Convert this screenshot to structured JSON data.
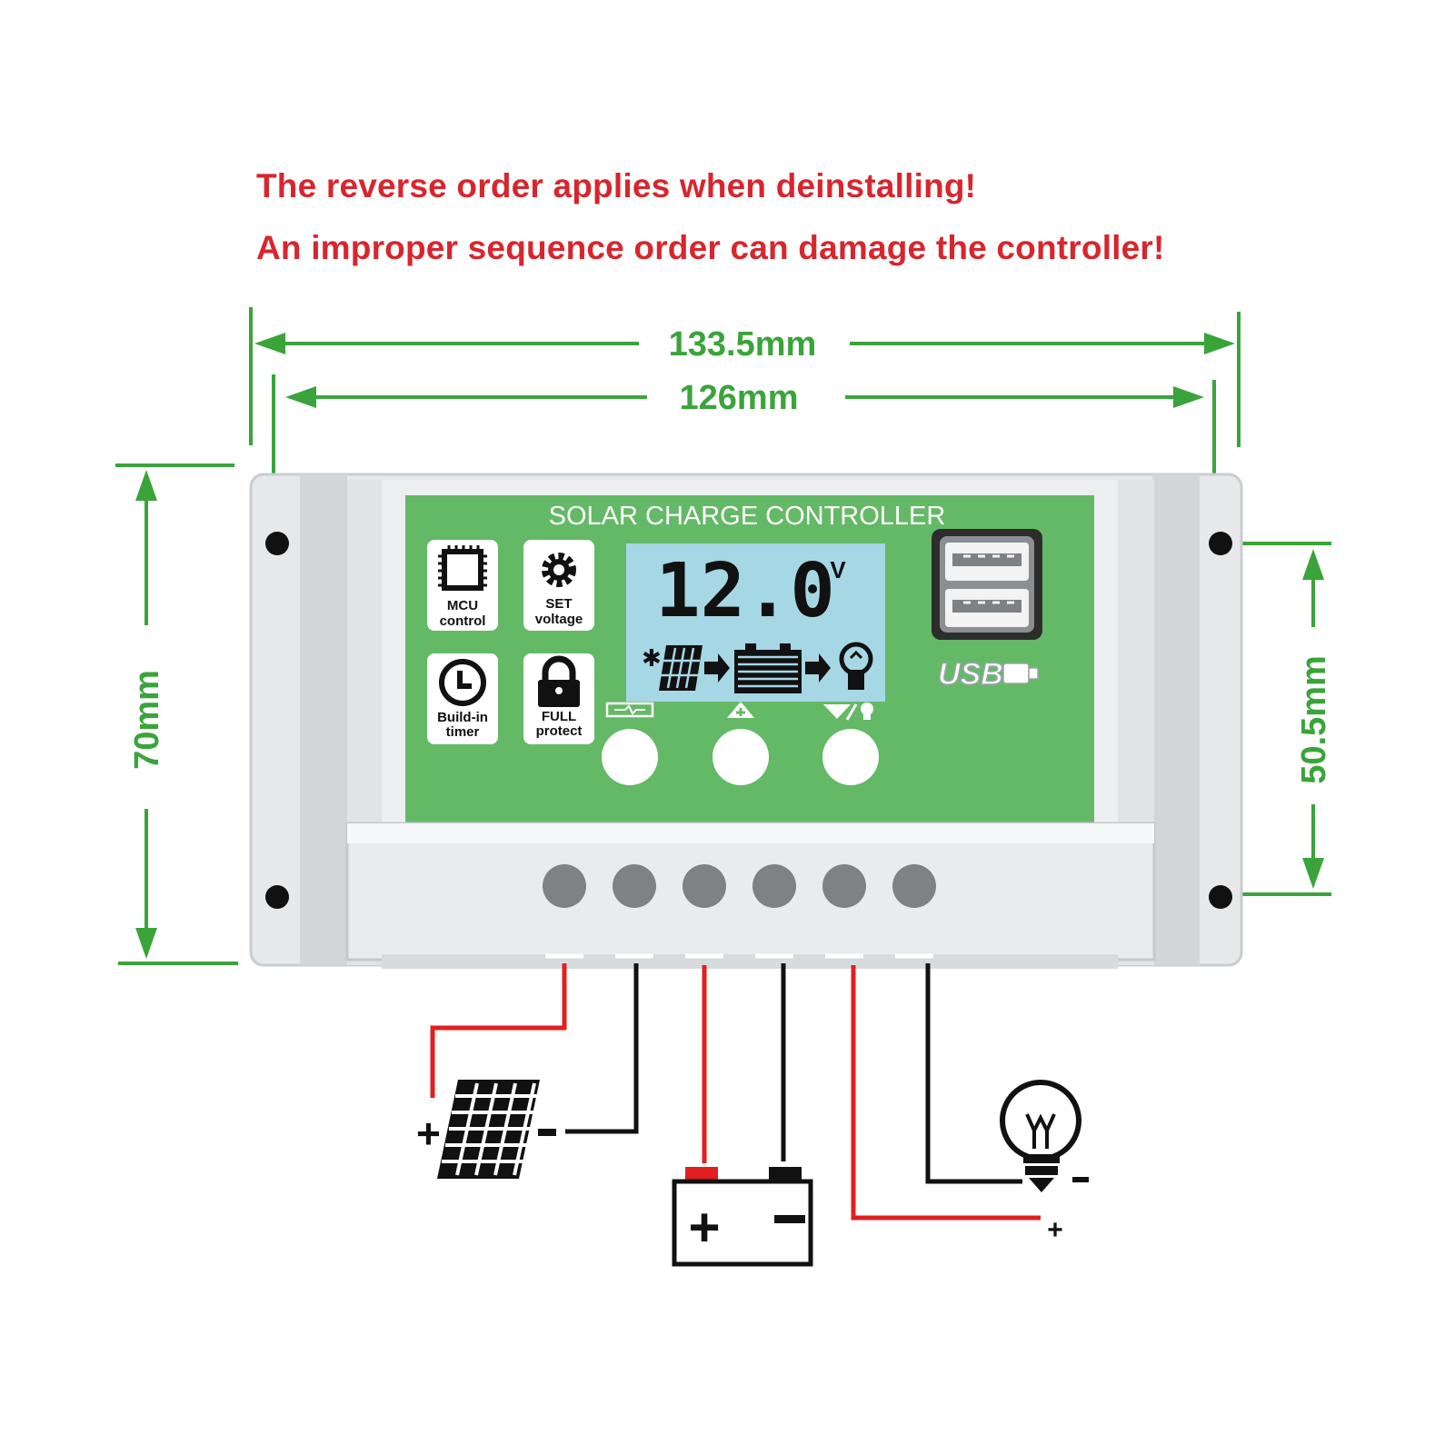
{
  "warnings": {
    "line1": "The reverse order applies when deinstalling!",
    "line2": "An improper sequence order can damage the controller!"
  },
  "dimensions": {
    "outer_width": "133.5mm",
    "inner_width": "126mm",
    "height": "70mm",
    "hole_spacing": "50.5mm"
  },
  "controller": {
    "title": "SOLAR CHARGE CONTROLLER",
    "display_value": "12.0",
    "display_unit": "V",
    "usb_label": "USB",
    "features": [
      {
        "line1": "MCU",
        "line2": "control",
        "icon": "chip-icon"
      },
      {
        "line1": "SET",
        "line2": "voltage",
        "icon": "gear-icon"
      },
      {
        "line1": "Build-in",
        "line2": "timer",
        "icon": "clock-icon"
      },
      {
        "line1": "FULL",
        "line2": "protect",
        "icon": "lock-icon"
      }
    ],
    "buttons": [
      "menu-button",
      "up-button",
      "down-load-button"
    ],
    "terminals": 6
  },
  "wiring": {
    "solar": {
      "plus": "+",
      "minus": "-"
    },
    "battery": {
      "plus": "+",
      "minus": "-"
    },
    "load": {
      "plus": "+",
      "minus": "-"
    }
  },
  "colors": {
    "warning_red": "#d7262e",
    "dimension_green": "#3aa43a",
    "panel_green": "#64b966",
    "lcd_blue": "#a6d7e4",
    "wire_red": "#e0201f",
    "wire_black": "#111111"
  }
}
